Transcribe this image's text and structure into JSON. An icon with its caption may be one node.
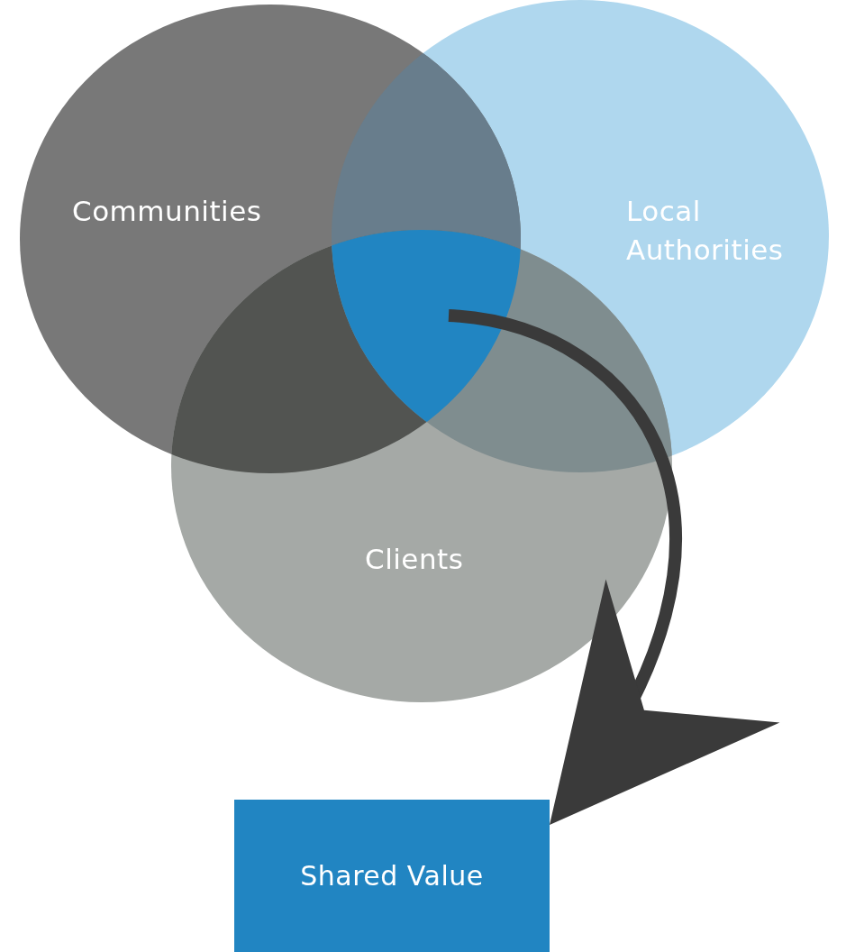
{
  "diagram": {
    "nodes": [
      {
        "text": [
          "Communities"
        ]
      },
      {
        "text": [
          "Local Authorities"
        ]
      },
      {
        "text": [
          "Clients"
        ]
      },
      {
        "text": [
          "Shared Value"
        ]
      }
    ],
    "edges": [
      {
        "from": null,
        "to": 3,
        "arrow": "to"
      }
    ]
  }
}
